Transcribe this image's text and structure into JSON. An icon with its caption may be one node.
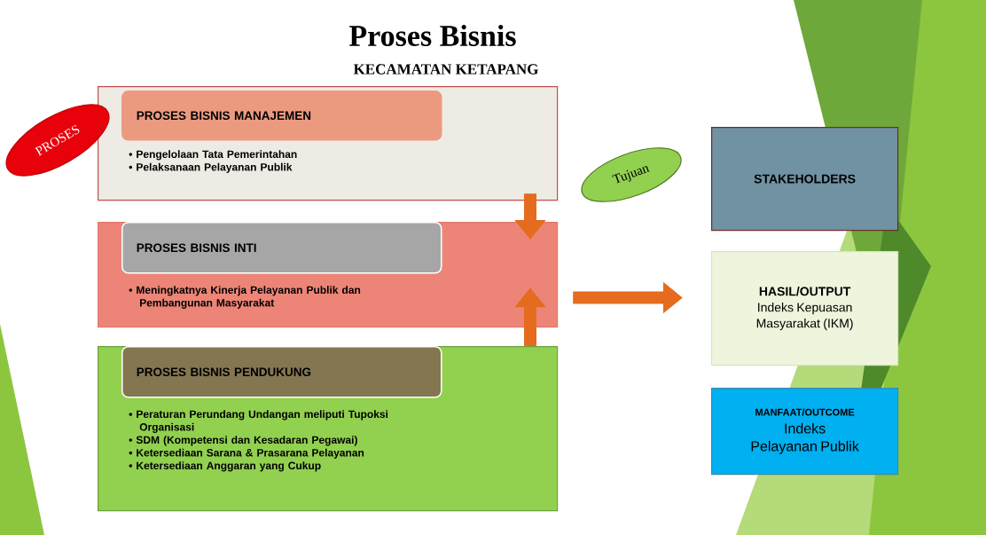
{
  "diagram": {
    "title": "Proses Bisnis",
    "nodes": [
      {
        "text": [
          "• Pengelolaan Tata Pemerintahan",
          "• Pelaksanaan Pelayanan Publik"
        ]
      },
      {
        "text": [
          "PROSES BISNIS MANAJEMEN"
        ],
        "in": 0
      },
      {
        "text": [
          "• Meningkatnya Kinerja Pelayanan Publik  dan Pembangunan Masyarakat"
        ]
      },
      {
        "text": [
          "PROSES BISNIS INTI"
        ],
        "in": 2
      },
      {
        "text": [
          "• Peraturan Perundang Undangan meliputi Tupoksi Organisasi",
          "• SDM (Kompetensi dan Kesadaran Pegawai)",
          "• Ketersediaan Sarana & Prasarana Pelayanan",
          "• Ketersediaan Anggaran yang Cukup"
        ]
      },
      {
        "text": [
          "PROSES BISNIS PENDUKUNG"
        ],
        "in": 4
      },
      {
        "text": [
          "PROSES"
        ]
      },
      {
        "text": [
          "Tujuan"
        ]
      },
      {
        "text": [
          "STAKEHOLDERS"
        ]
      },
      {
        "text": [
          "HASIL/OUTPUT",
          "Indeks Kepuasan Masyarakat (IKM)"
        ]
      },
      {
        "text": [
          "MANFAAT/OUTCOME",
          "Indeks Pelayanan Publik"
        ]
      }
    ],
    "edges": [
      {
        "from": 0,
        "to": 2,
        "arrow": "to"
      },
      {
        "from": 4,
        "to": 2,
        "arrow": "to"
      },
      {
        "from": 2,
        "to": 9,
        "arrow": "to"
      }
    ],
    "labels": [
      "KECAMATAN KETAPANG"
    ]
  }
}
